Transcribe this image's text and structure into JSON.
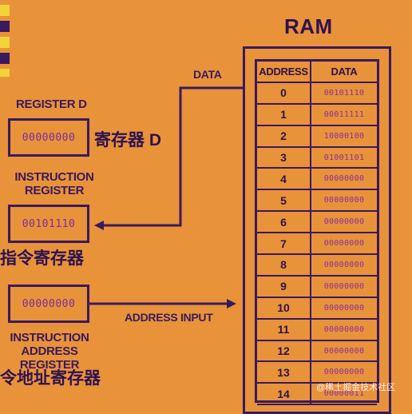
{
  "ram": {
    "title": "RAM",
    "header_address": "ADDRESS",
    "header_data": "DATA",
    "rows": [
      {
        "address": "0",
        "data": "00101110"
      },
      {
        "address": "1",
        "data": "00011111"
      },
      {
        "address": "2",
        "data": "10000100"
      },
      {
        "address": "3",
        "data": "01001101"
      },
      {
        "address": "4",
        "data": "00000000"
      },
      {
        "address": "5",
        "data": "00000000"
      },
      {
        "address": "6",
        "data": "00000000"
      },
      {
        "address": "7",
        "data": "00000000"
      },
      {
        "address": "8",
        "data": "00000000"
      },
      {
        "address": "9",
        "data": "00000000"
      },
      {
        "address": "10",
        "data": "00000000"
      },
      {
        "address": "11",
        "data": "00000000"
      },
      {
        "address": "12",
        "data": "00000000"
      },
      {
        "address": "13",
        "data": "00000000"
      },
      {
        "address": "14",
        "data": "00000011"
      }
    ]
  },
  "register_d": {
    "label": "REGISTER D",
    "value": "00000000",
    "label_zh": "寄存器 D"
  },
  "instruction_register": {
    "label_line1": "INSTRUCTION",
    "label_line2": "REGISTER",
    "value": "00101110",
    "label_zh": "指令寄存器"
  },
  "instruction_address_register": {
    "value": "00000000",
    "label_line1": "INSTRUCTION",
    "label_line2": "ADDRESS REGISTER",
    "label_zh": "令地址寄存器"
  },
  "wires": {
    "data_label": "DATA",
    "address_label": "ADDRESS INPUT"
  },
  "watermark": "@稀土掘金技术社区",
  "colors": {
    "background": "#E8923A",
    "ink": "#3A1A5E",
    "value": "#7A2F9E"
  }
}
